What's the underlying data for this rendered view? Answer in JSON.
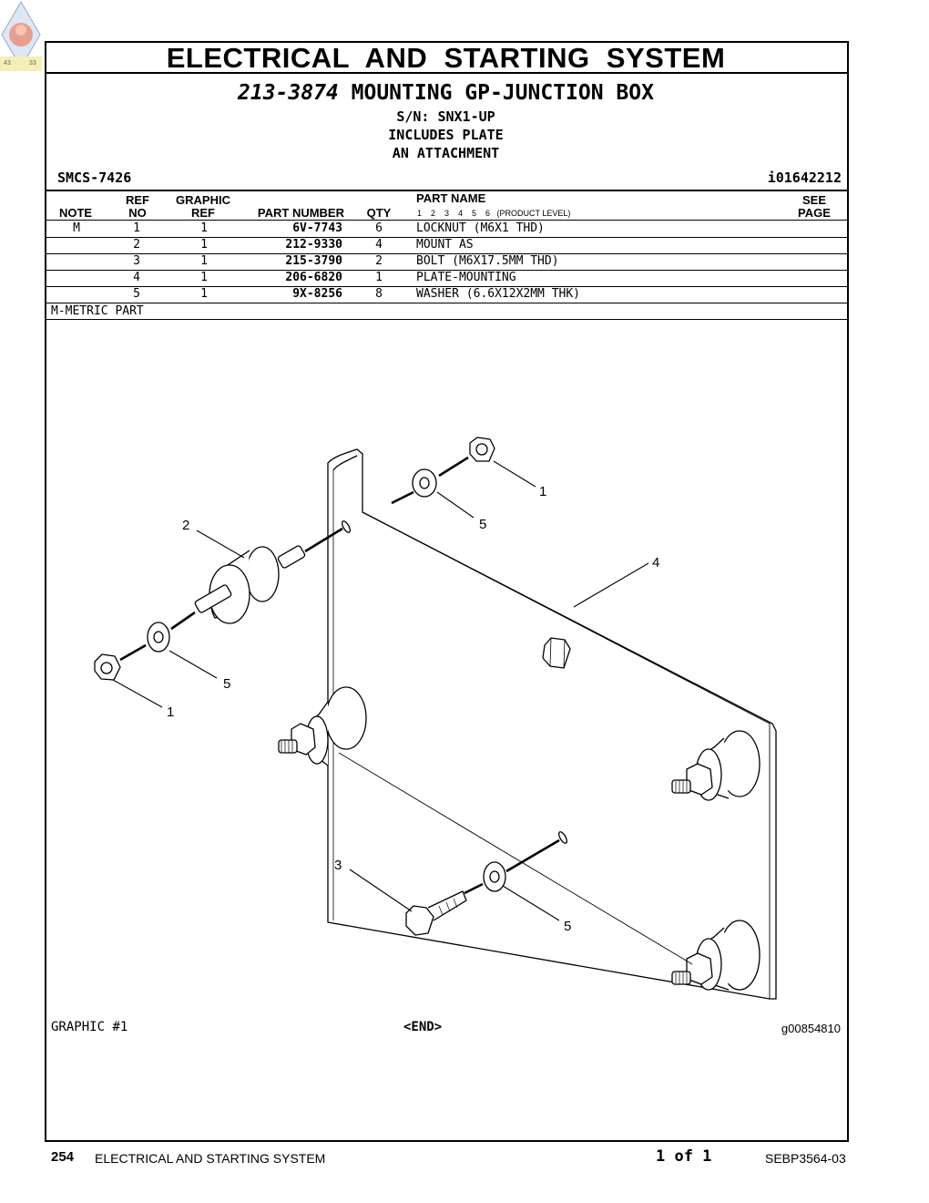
{
  "section": {
    "title": "ELECTRICAL  AND  STARTING  SYSTEM"
  },
  "group": {
    "number": "213-3874",
    "name": "MOUNTING GP-JUNCTION BOX",
    "serial": "S/N: SNX1-UP",
    "notes": [
      "INCLUDES PLATE",
      "AN ATTACHMENT"
    ],
    "smcs": "SMCS-7426",
    "illustration_id": "i01642212"
  },
  "table": {
    "headers": {
      "note": "NOTE",
      "ref_no": [
        "REF",
        "NO"
      ],
      "graphic_ref": [
        "GRAPHIC",
        "REF"
      ],
      "part_number": "PART NUMBER",
      "qty": "QTY",
      "part_name": "PART NAME",
      "product_levels": "1    2    3    4    5    6   (PRODUCT LEVEL)",
      "see_page": [
        "SEE",
        "PAGE"
      ]
    },
    "rows": [
      {
        "note": "M",
        "ref": "1",
        "graphic": "1",
        "part_number": "6V-7743",
        "qty": "6",
        "name": "LOCKNUT (M6X1 THD)"
      },
      {
        "note": "",
        "ref": "2",
        "graphic": "1",
        "part_number": "212-9330",
        "qty": "4",
        "name": "MOUNT AS"
      },
      {
        "note": "",
        "ref": "3",
        "graphic": "1",
        "part_number": "215-3790",
        "qty": "2",
        "name": "BOLT (M6X17.5MM THD)"
      },
      {
        "note": "",
        "ref": "4",
        "graphic": "1",
        "part_number": "206-6820",
        "qty": "1",
        "name": "PLATE-MOUNTING"
      },
      {
        "note": "",
        "ref": "5",
        "graphic": "1",
        "part_number": "9X-8256",
        "qty": "8",
        "name": "WASHER (6.6X12X2MM THK)"
      }
    ],
    "legend": "M-METRIC PART"
  },
  "graphic": {
    "label": "GRAPHIC #1",
    "end": "<END>",
    "image_id": "g00854810",
    "callouts": [
      "1",
      "5",
      "2",
      "4",
      "5",
      "1",
      "3",
      "5"
    ]
  },
  "footer": {
    "page": "254",
    "section": "ELECTRICAL AND STARTING SYSTEM",
    "page_of": "1 of 1",
    "doc": "SEBP3564-03"
  },
  "badge": {
    "left_num": "43",
    "right_num": "33"
  }
}
